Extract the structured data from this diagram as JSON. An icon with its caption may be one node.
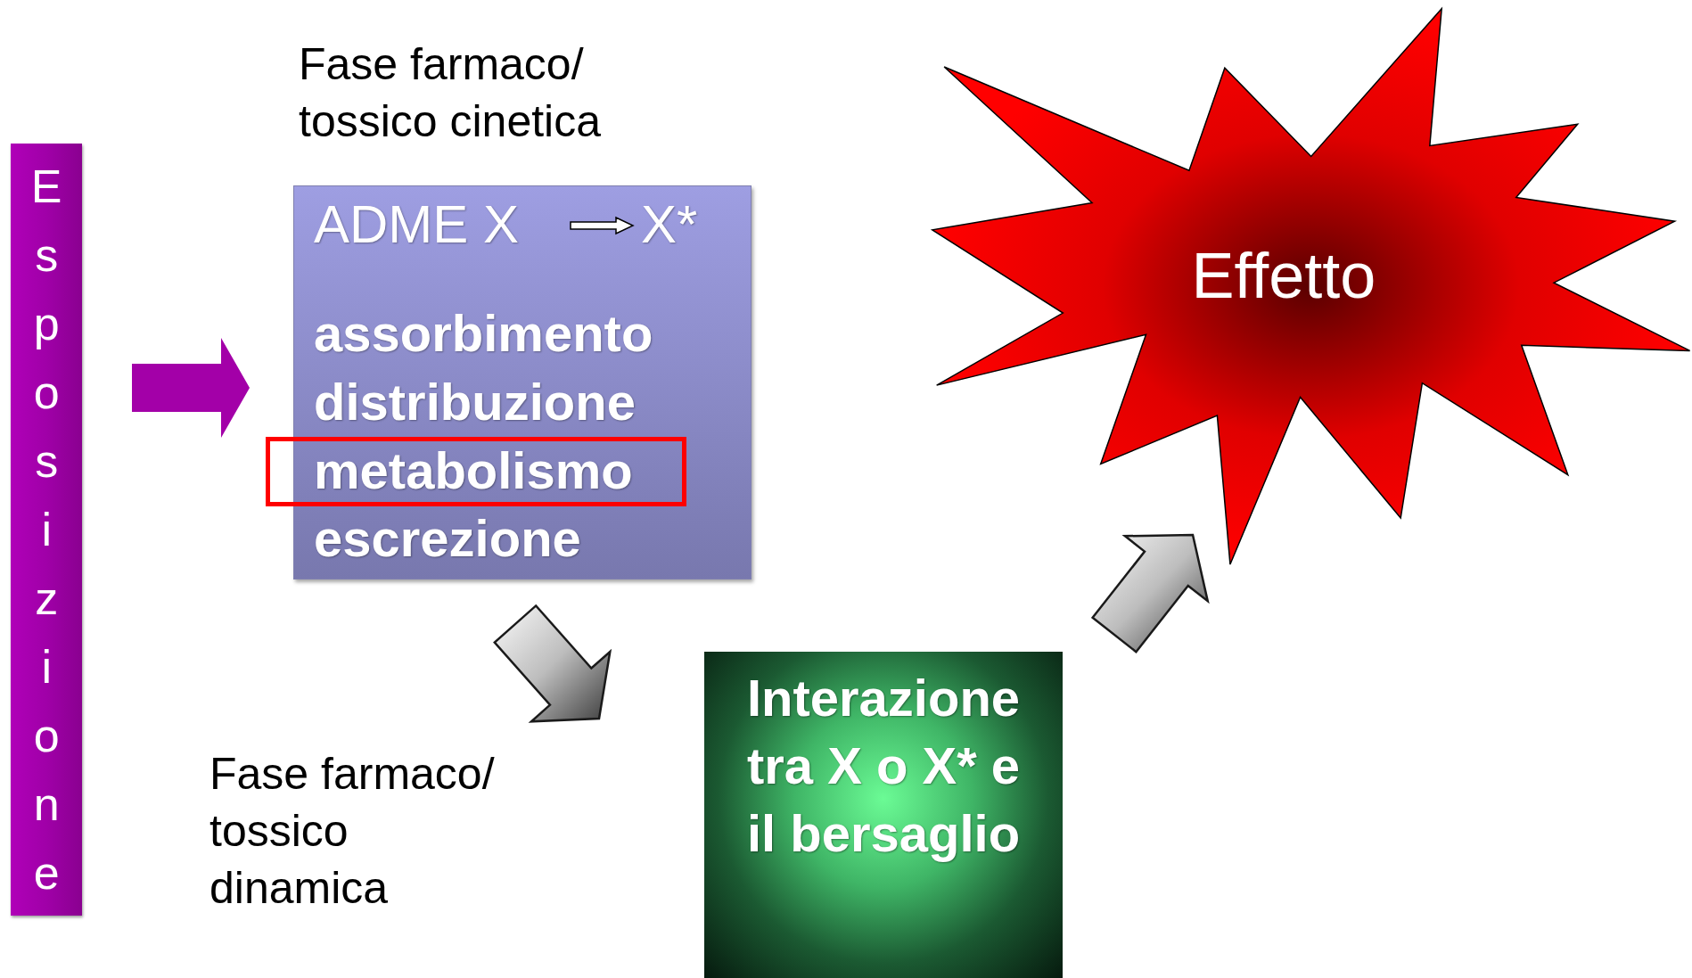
{
  "diagram": {
    "nodes": [
      {
        "text": [
          "Esposizione"
        ]
      },
      {
        "text": [
          "ADME X",
          "X*",
          "assorbimento",
          "distribuzione",
          "metabolismo",
          "escrezione"
        ]
      },
      {
        "text": [
          "Interazione tra X o X* e il bersaglio"
        ]
      },
      {
        "text": [
          "Effetto"
        ]
      }
    ],
    "edges": [
      {
        "from": 0,
        "to": 1,
        "arrow": "to",
        "color": "#a300a8"
      },
      {
        "from": 1,
        "to": 2,
        "arrow": "to"
      },
      {
        "from": 2,
        "to": 3,
        "arrow": "to"
      }
    ],
    "labels": [
      "Fase farmaco/ tossico cinetica",
      "Fase farmaco/ tossico dinamica"
    ]
  }
}
